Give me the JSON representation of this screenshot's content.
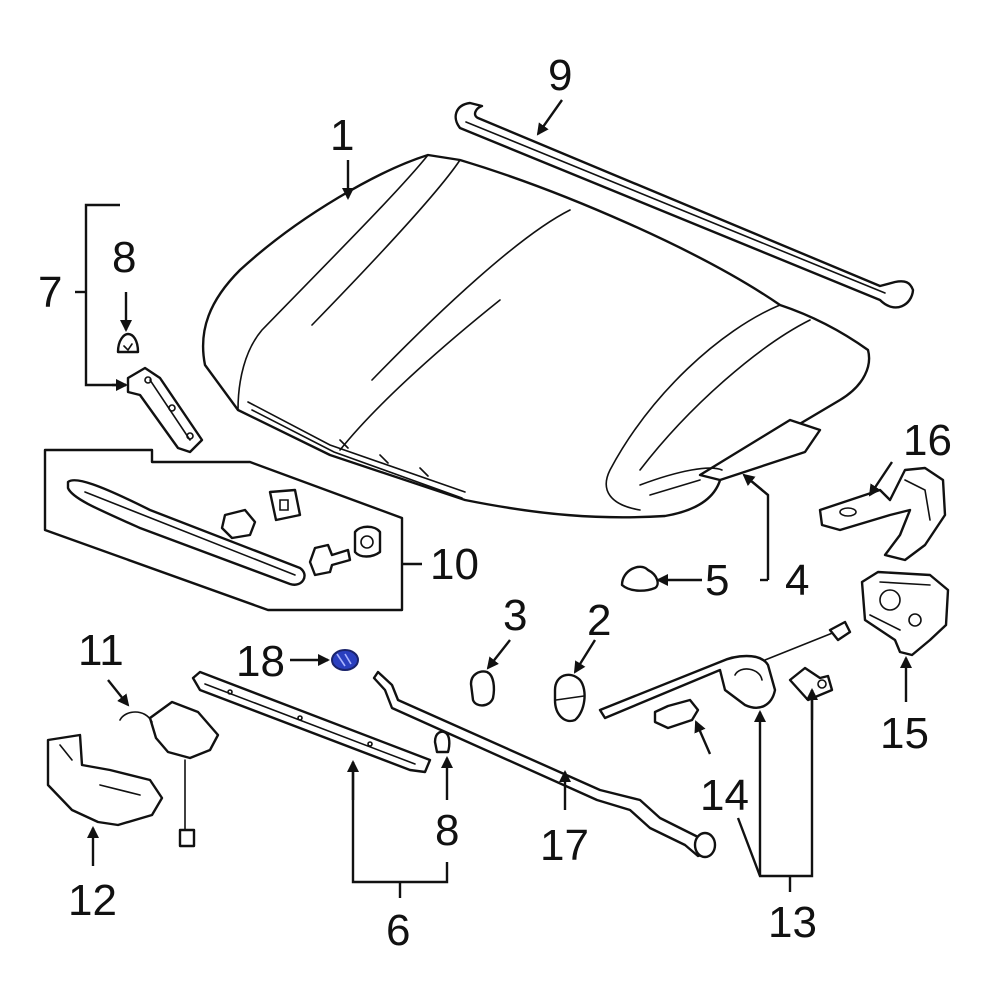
{
  "diagram": {
    "callouts": [
      {
        "id": "c1",
        "text": "1"
      },
      {
        "id": "c2",
        "text": "2"
      },
      {
        "id": "c3",
        "text": "3"
      },
      {
        "id": "c4",
        "text": "4"
      },
      {
        "id": "c5",
        "text": "5"
      },
      {
        "id": "c6",
        "text": "6"
      },
      {
        "id": "c7",
        "text": "7"
      },
      {
        "id": "c8a",
        "text": "8"
      },
      {
        "id": "c8b",
        "text": "8"
      },
      {
        "id": "c9",
        "text": "9"
      },
      {
        "id": "c10",
        "text": "10"
      },
      {
        "id": "c11",
        "text": "11"
      },
      {
        "id": "c12",
        "text": "12"
      },
      {
        "id": "c13",
        "text": "13"
      },
      {
        "id": "c14",
        "text": "14"
      },
      {
        "id": "c15",
        "text": "15"
      },
      {
        "id": "c16",
        "text": "16"
      },
      {
        "id": "c17",
        "text": "17"
      },
      {
        "id": "c18",
        "text": "18"
      }
    ],
    "highlight_color": "#2a3fbf",
    "line_color": "#111111"
  }
}
